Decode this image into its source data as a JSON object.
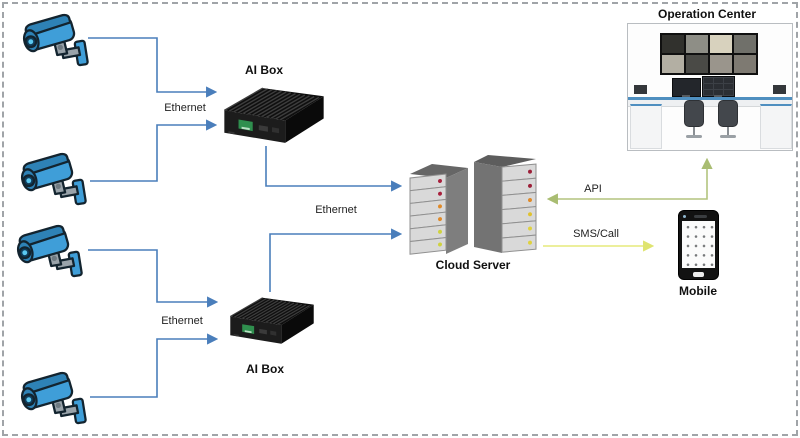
{
  "nodes": {
    "cameras": {
      "icon": "cctv-camera",
      "count": 4
    },
    "ai_box_top": {
      "label": "AI Box",
      "icon": "ai-box"
    },
    "ai_box_bottom": {
      "label": "AI Box",
      "icon": "ai-box"
    },
    "cloud_server": {
      "label": "Cloud Server",
      "icon": "server-tower-pair"
    },
    "operation_center": {
      "label": "Operation Center",
      "icon": "control-room-photo"
    },
    "mobile": {
      "label": "Mobile",
      "icon": "smartphone"
    }
  },
  "connections": {
    "ethernet_cameras_top": {
      "label": "Ethernet"
    },
    "ethernet_servers": {
      "label": "Ethernet"
    },
    "ethernet_cameras_bottom": {
      "label": "Ethernet"
    },
    "api": {
      "label": "API"
    },
    "sms_call": {
      "label": "SMS/Call"
    }
  },
  "colors": {
    "connector_blue": "#4a7ebb",
    "connector_olive": "#b3c47e",
    "connector_yellow": "#e6ea7c",
    "camera_blue": "#3f9ed8",
    "border_gray": "#a0a4a8"
  }
}
